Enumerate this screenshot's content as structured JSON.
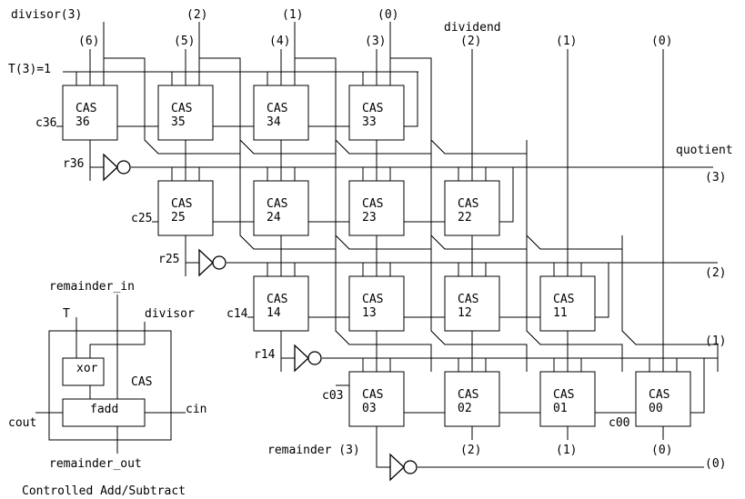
{
  "title": "Controlled Add/Subtract array divider",
  "labels": {
    "divisor_top": "divisor(3)",
    "divisor_bits": [
      "(2)",
      "(1)",
      "(0)"
    ],
    "dividend": "dividend",
    "dividend_bits": [
      "(6)",
      "(5)",
      "(4)",
      "(3)",
      "(2)",
      "(1)",
      "(0)"
    ],
    "t_signal": "T(3)=1",
    "quotient": "quotient",
    "quotient_bits": [
      "(3)",
      "(2)",
      "(1)",
      "(0)"
    ],
    "carry_labels": [
      "c36",
      "c25",
      "c14",
      "c03",
      "c00"
    ],
    "row_outputs": [
      "r36",
      "r25",
      "r14"
    ],
    "remainder": "remainder (3)",
    "remainder_bits": [
      "(2)",
      "(1)",
      "(0)"
    ]
  },
  "cells": [
    {
      "name": "CAS",
      "id": "36"
    },
    {
      "name": "CAS",
      "id": "35"
    },
    {
      "name": "CAS",
      "id": "34"
    },
    {
      "name": "CAS",
      "id": "33"
    },
    {
      "name": "CAS",
      "id": "25"
    },
    {
      "name": "CAS",
      "id": "24"
    },
    {
      "name": "CAS",
      "id": "23"
    },
    {
      "name": "CAS",
      "id": "22"
    },
    {
      "name": "CAS",
      "id": "14"
    },
    {
      "name": "CAS",
      "id": "13"
    },
    {
      "name": "CAS",
      "id": "12"
    },
    {
      "name": "CAS",
      "id": "11"
    },
    {
      "name": "CAS",
      "id": "03"
    },
    {
      "name": "CAS",
      "id": "02"
    },
    {
      "name": "CAS",
      "id": "01"
    },
    {
      "name": "CAS",
      "id": "00"
    }
  ],
  "legend": {
    "remainder_in": "remainder_in",
    "t": "T",
    "divisor": "divisor",
    "xor": "xor",
    "cas": "CAS",
    "fadd": "fadd",
    "cin": "cin",
    "cout": "cout",
    "remainder_out": "remainder_out",
    "caption": "Controlled Add/Subtract"
  }
}
